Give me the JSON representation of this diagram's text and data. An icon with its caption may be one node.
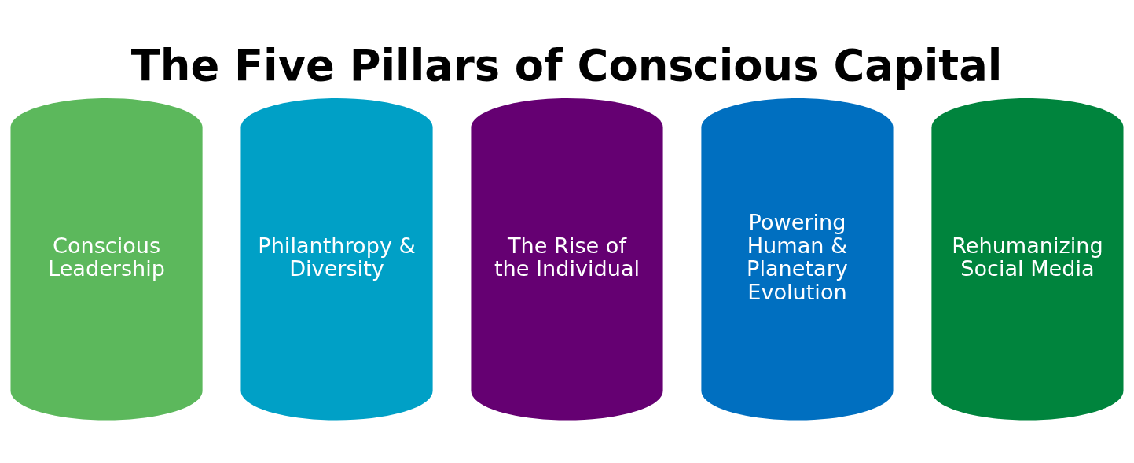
{
  "diagram": {
    "title": "The Five Pillars of Conscious Capital",
    "nodes": [
      {
        "text": [
          "Conscious Leadership"
        ]
      },
      {
        "text": [
          "Philanthropy & Diversity"
        ]
      },
      {
        "text": [
          "The Rise of the Individual"
        ]
      },
      {
        "text": [
          "Powering Human & Planetary Evolution"
        ]
      },
      {
        "text": [
          "Rehumanizing Social Media"
        ]
      }
    ]
  }
}
